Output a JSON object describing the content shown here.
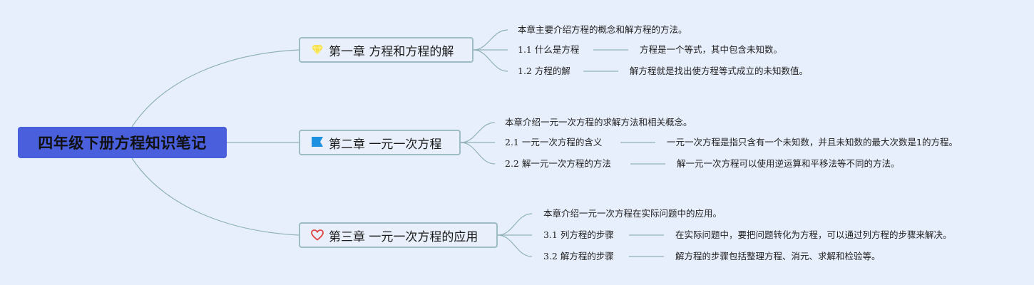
{
  "root": {
    "title": "四年级下册方程知识笔记"
  },
  "colors": {
    "background": "#e8effc",
    "root_fill": "#4a5fdc",
    "connector": "#8fb1b8",
    "gem": "#f5e04a",
    "flag": "#1e90e0",
    "heart": "#e04040"
  },
  "chapters": [
    {
      "icon": "gem-icon",
      "title": "第一章 方程和方程的解",
      "summary": "本章主要介绍方程的概念和解方程的方法。",
      "sections": [
        {
          "title": "1.1 什么是方程",
          "detail": "方程是一个等式，其中包含未知数。"
        },
        {
          "title": "1.2 方程的解",
          "detail": "解方程就是找出使方程等式成立的未知数值。"
        }
      ]
    },
    {
      "icon": "flag-icon",
      "title": "第二章 一元一次方程",
      "summary": "本章介绍一元一次方程的求解方法和相关概念。",
      "sections": [
        {
          "title": "2.1 一元一次方程的含义",
          "detail": "一元一次方程是指只含有一个未知数，并且未知数的最大次数是1的方程。"
        },
        {
          "title": "2.2 解一元一次方程的方法",
          "detail": "解一元一次方程可以使用逆运算和平移法等不同的方法。"
        }
      ]
    },
    {
      "icon": "heart-icon",
      "title": "第三章 一元一次方程的应用",
      "summary": "本章介绍一元一次方程在实际问题中的应用。",
      "sections": [
        {
          "title": "3.1 列方程的步骤",
          "detail": "在实际问题中，要把问题转化为方程，可以通过列方程的步骤来解决。"
        },
        {
          "title": "3.2 解方程的步骤",
          "detail": "解方程的步骤包括整理方程、消元、求解和检验等。"
        }
      ]
    }
  ]
}
